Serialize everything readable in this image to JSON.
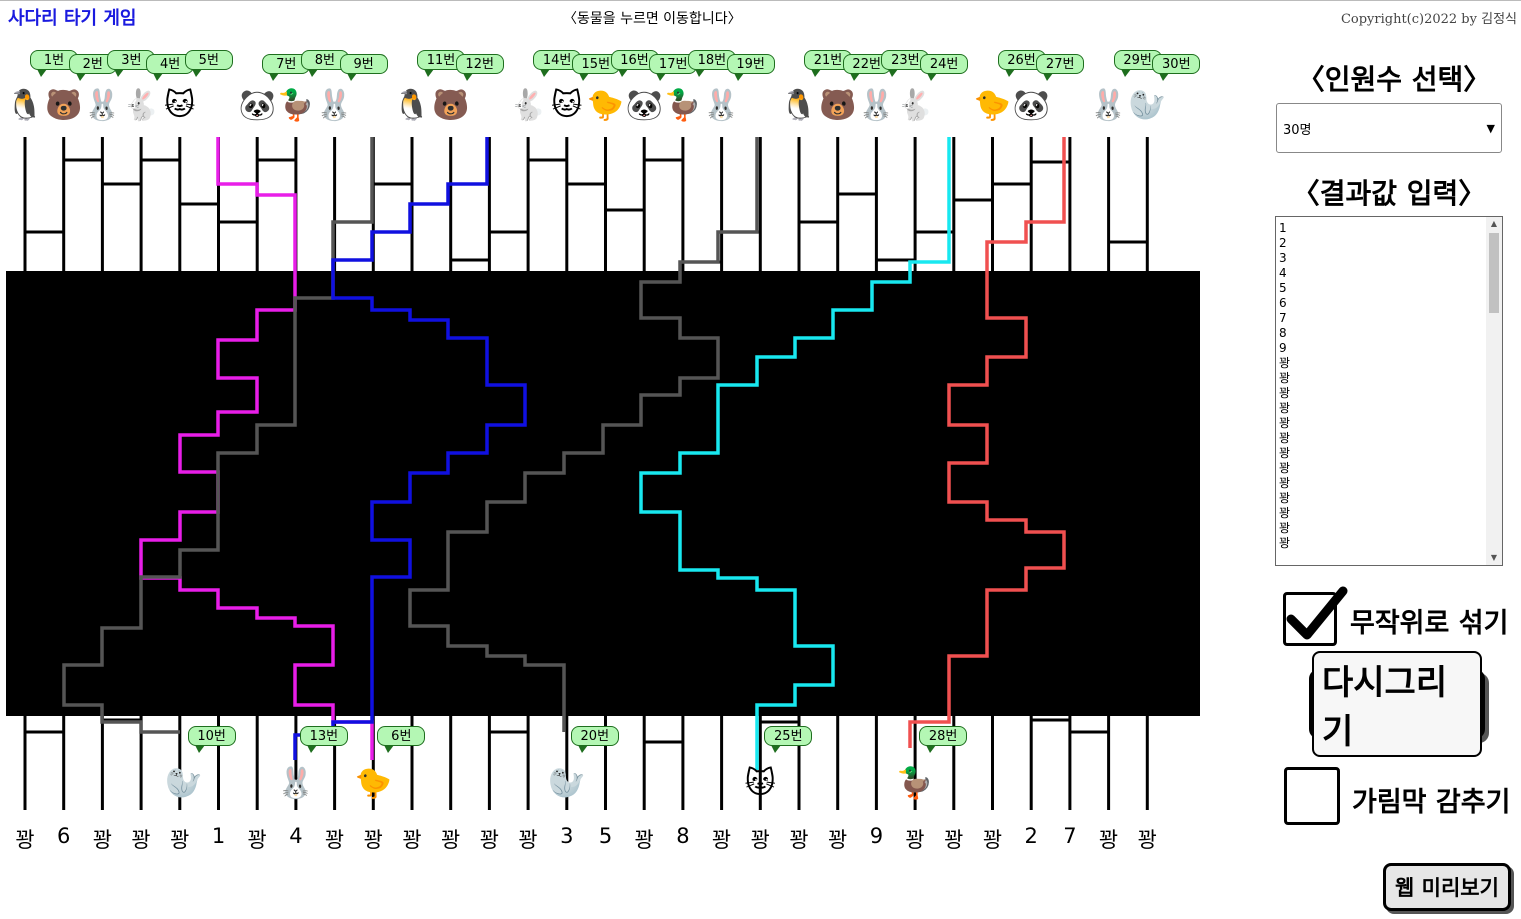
{
  "header": {
    "title": "사다리 타기 게임",
    "hint": "〈동물을 누르면 이동합니다〉",
    "copyright": "Copyright(c)2022 by 김정식"
  },
  "panel": {
    "headcount_title": "〈인원수 선택〉",
    "headcount_value": "30명",
    "results_title": "〈결과값 입력〉",
    "results_text": "1\n2\n3\n4\n5\n6\n7\n8\n9\n꽝\n꽝\n꽝\n꽝\n꽝\n꽝\n꽝\n꽝\n꽝\n꽝\n꽝\n꽝\n꽝",
    "shuffle_label": "무작위로 섞기",
    "shuffle_checked": true,
    "redraw_label": "다시그리기",
    "hide_curtain_label": "가림막 감추기",
    "hide_curtain_checked": false,
    "preview_label": "웹 미리보기"
  },
  "players": [
    "1번",
    "2번",
    "3번",
    "4번",
    "5번",
    "7번",
    "8번",
    "9번",
    "11번",
    "12번",
    "14번",
    "15번",
    "16번",
    "17번",
    "18번",
    "19번",
    "21번",
    "22번",
    "23번",
    "24번",
    "26번",
    "27번",
    "29번",
    "30번"
  ],
  "player_icons": [
    "penguin",
    "bear",
    "pink-rabbit",
    "bunny",
    "pink-cat",
    "panda",
    "duck",
    "white-rabbit",
    "penguin",
    "bear",
    "bunny",
    "pink-cat",
    "chick",
    "panda",
    "duck",
    "white-rabbit",
    "penguin",
    "bear",
    "pink-rabbit",
    "bunny",
    "chick",
    "panda",
    "white-rabbit",
    "seal"
  ],
  "arrived": [
    {
      "label": "10번",
      "icon": "seal"
    },
    {
      "label": "13번",
      "icon": "pink-rabbit"
    },
    {
      "label": "6번",
      "icon": "chick"
    },
    {
      "label": "20번",
      "icon": "seal"
    },
    {
      "label": "25번",
      "icon": "pink-cat"
    },
    {
      "label": "28번",
      "icon": "duck"
    }
  ],
  "results": [
    "꽝",
    "6",
    "꽝",
    "꽝",
    "꽝",
    "1",
    "꽝",
    "4",
    "꽝",
    "꽝",
    "꽝",
    "꽝",
    "꽝",
    "꽝",
    "3",
    "5",
    "꽝",
    "8",
    "꽝",
    "꽝",
    "꽝",
    "꽝",
    "9",
    "꽝",
    "꽝",
    "꽝",
    "2",
    "7",
    "꽝",
    "꽝"
  ],
  "colors": {
    "magenta_path": "#e81ee8",
    "gray_path": "#555555",
    "blue_path": "#1010e0",
    "cyan_path": "#18e8f0",
    "red_path": "#f05050",
    "bubble": "#b4f7b4",
    "curtain": "#000000"
  }
}
